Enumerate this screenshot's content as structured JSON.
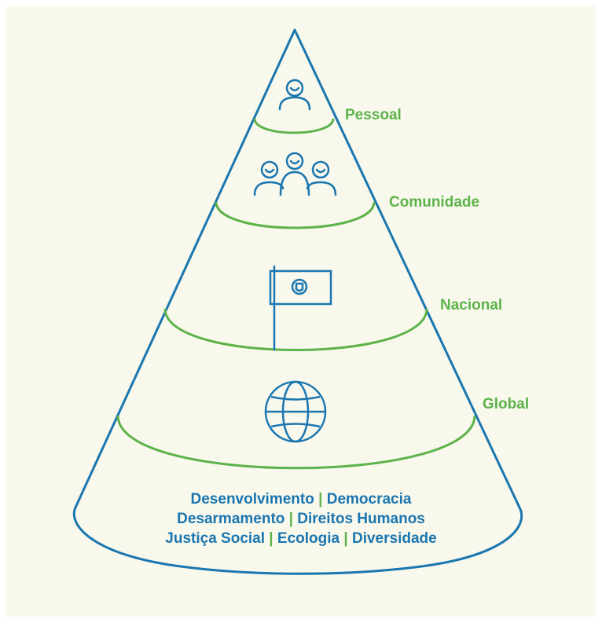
{
  "levels": {
    "pessoal": "Pessoal",
    "comunidade": "Comunidade",
    "nacional": "Nacional",
    "global": "Global"
  },
  "themes": {
    "line1": [
      "Desenvolvimento",
      "Democracia"
    ],
    "line2": [
      "Desarmamento",
      "Direitos Humanos"
    ],
    "line3": [
      "Justiça Social",
      "Ecologia",
      "Diversidade"
    ],
    "separator": "|"
  },
  "icons": {
    "pessoal": "person-icon",
    "comunidade": "group-icon",
    "nacional": "flag-icon",
    "global": "globe-icon"
  },
  "colors": {
    "background": "#f8f8ec",
    "cone_outline": "#1a76b0",
    "level_ring": "#5db34a",
    "level_label": "#5db34a",
    "theme_text": "#1a76b0"
  }
}
